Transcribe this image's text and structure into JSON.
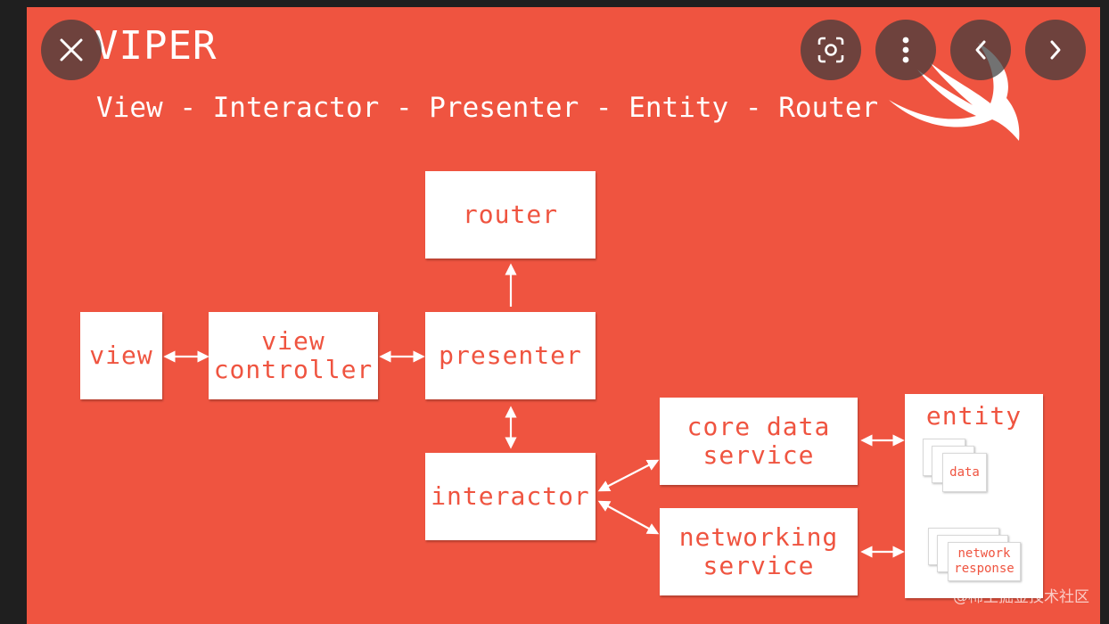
{
  "slide": {
    "title": "VIPER",
    "subtitle": "View - Interactor - Presenter - Entity - Router"
  },
  "boxes": {
    "router": "router",
    "view": "view",
    "view_controller": "view\ncontroller",
    "presenter": "presenter",
    "interactor": "interactor",
    "core_data_service": "core data\nservice",
    "networking_service": "networking\nservice"
  },
  "entity": {
    "label": "entity",
    "data_card_label": "data",
    "network_card_label": "network\nresponse"
  },
  "watermark": "@稀土掘金技术社区",
  "toolbar": {
    "icons": [
      "close-icon",
      "lens-icon",
      "more-vertical-icon",
      "chevron-left-icon",
      "chevron-right-icon"
    ]
  },
  "colors": {
    "slide_background": "#ef5440",
    "box_background": "#ffffff",
    "box_text": "#ef5440",
    "overlay_button": "#3c3c3c"
  }
}
